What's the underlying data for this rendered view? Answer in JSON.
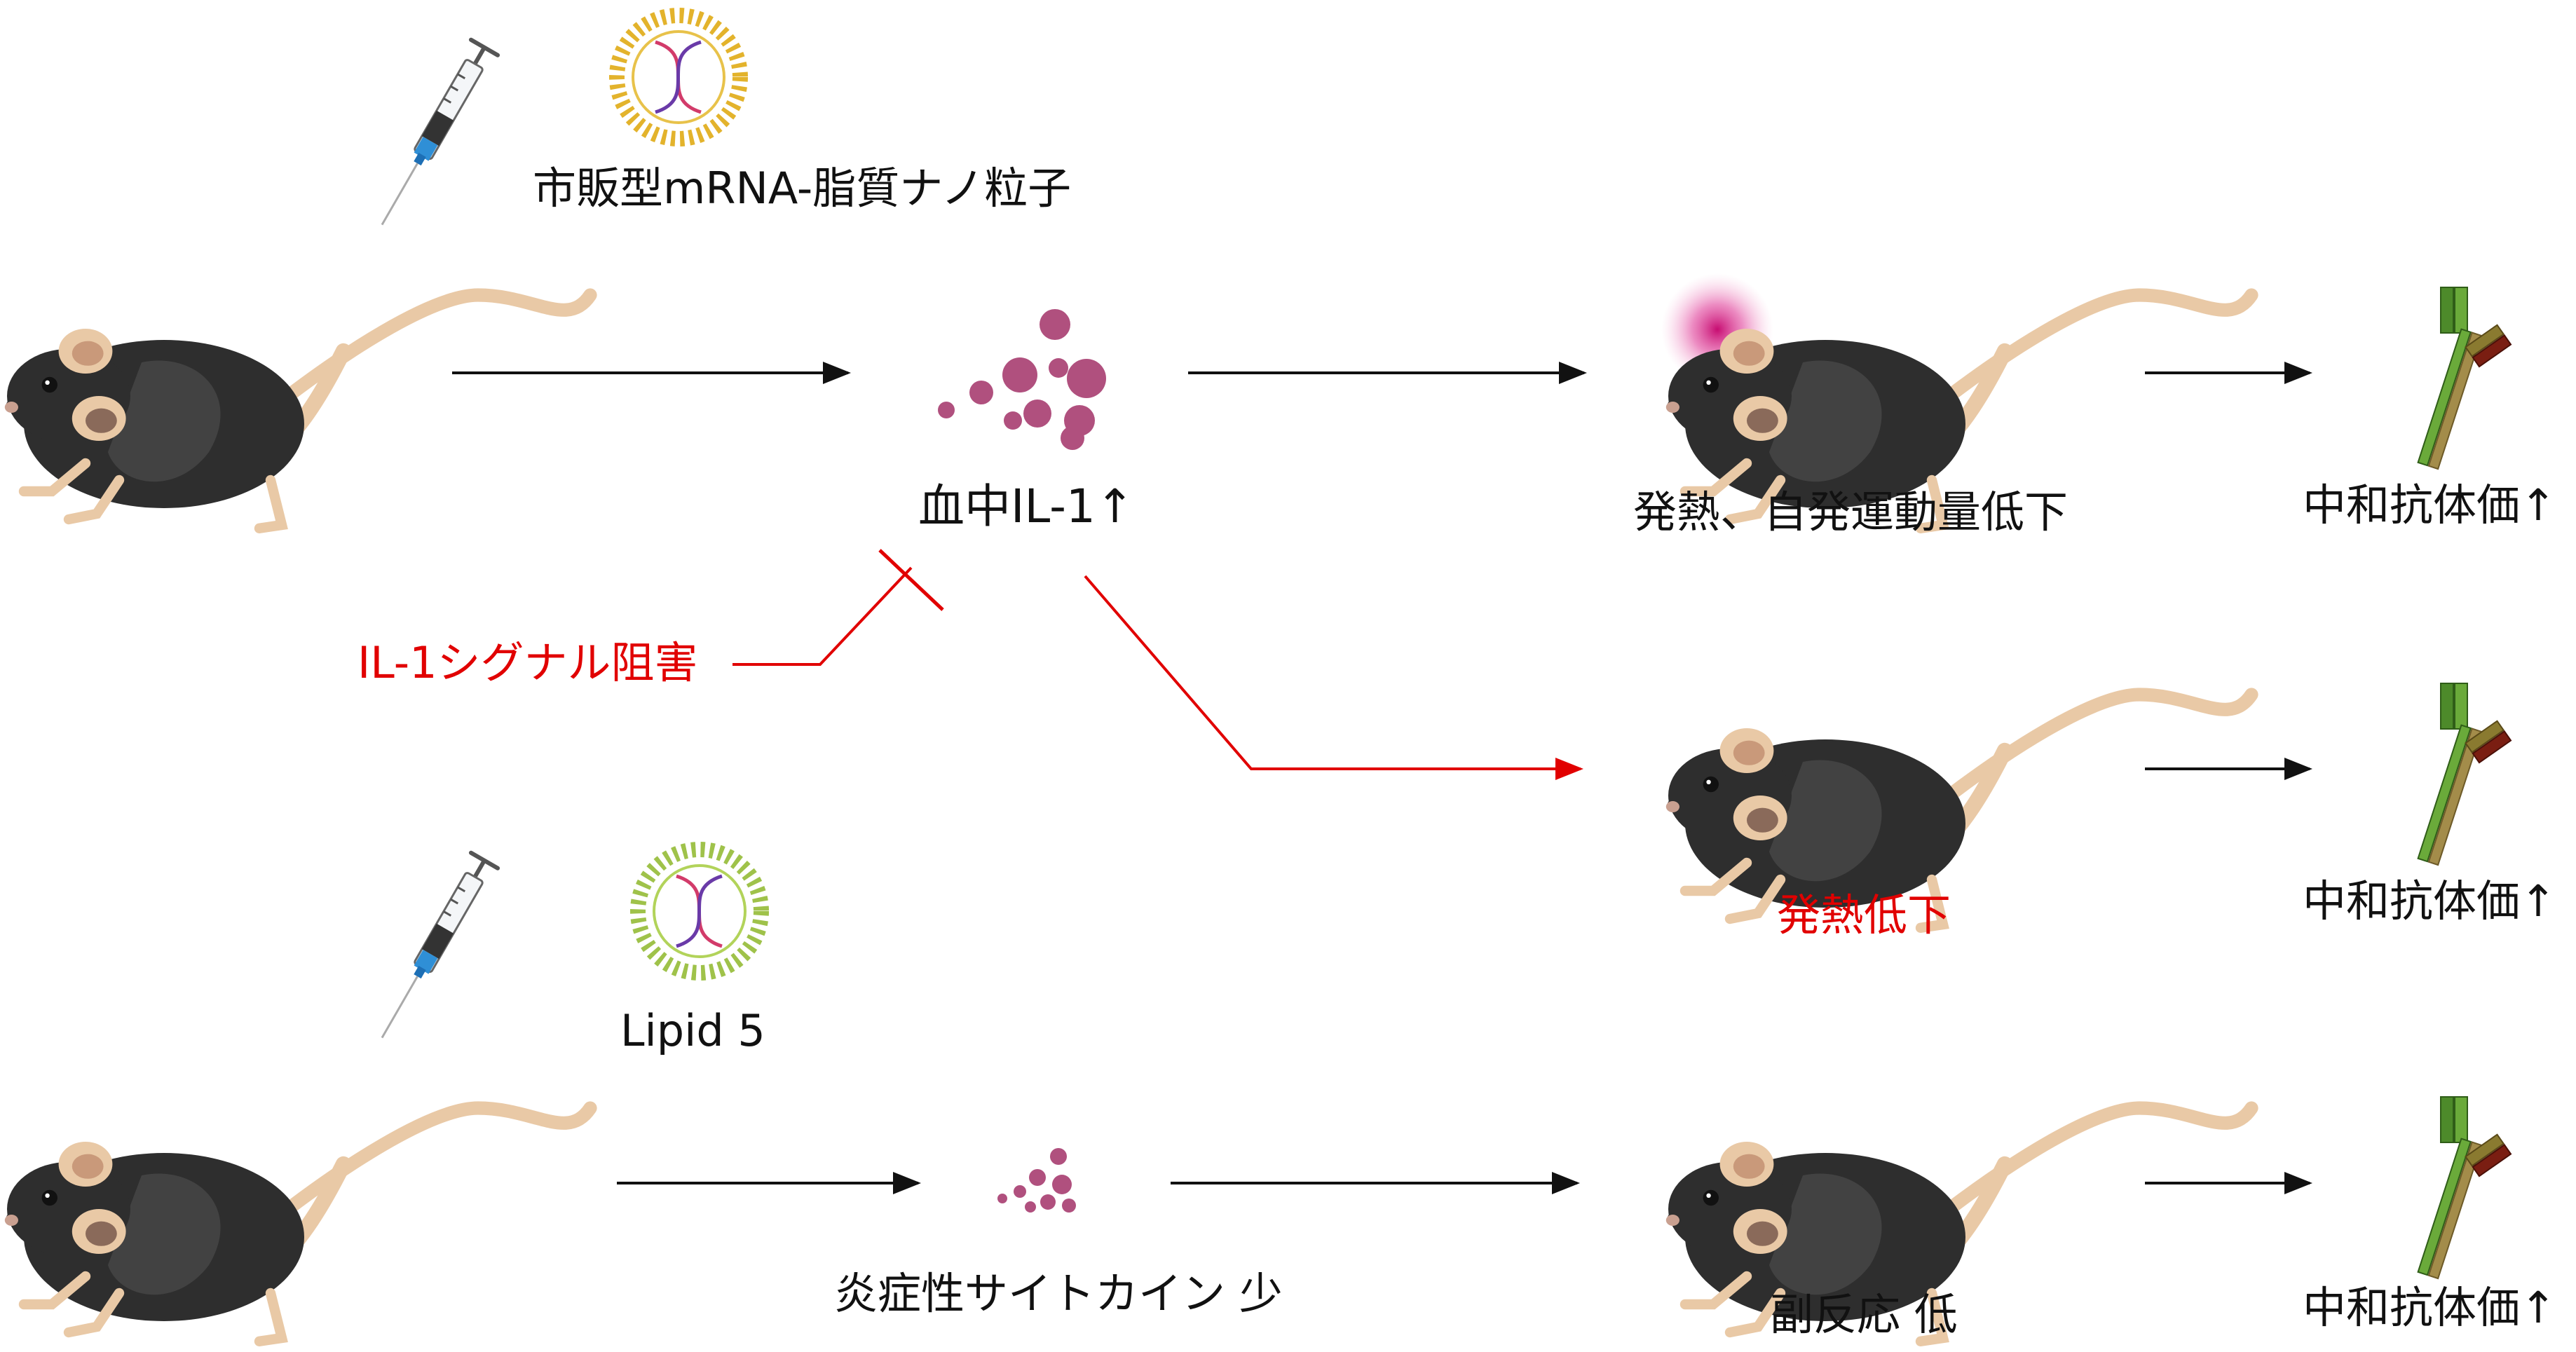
{
  "labels": {
    "commercial_lnp": "市販型mRNA-脂質ナノ粒子",
    "blood_il1": "血中IL-1↑",
    "fever_activity": "発熱、自発運動量低下",
    "neutralizing_1": "中和抗体価↑",
    "il1_inhibition": "IL-1シグナル阻害",
    "fever_reduced": "発熱低下",
    "neutralizing_2": "中和抗体価↑",
    "lipid5": "Lipid 5",
    "low_cytokine": "炎症性サイトカイン 少",
    "low_side_effect": "副反応 低",
    "neutralizing_3": "中和抗体価↑"
  },
  "colors": {
    "arrow": "#111111",
    "inhibition": "#e10000",
    "cytokine": "#b0507e",
    "mouse_body": "#2e2e2e",
    "mouse_tail": "#e9c9a6",
    "lnp_commercial": "#e3b32c",
    "lnp_lipid5": "#9fc24a",
    "antibody_green": "#5e9a32",
    "antibody_red": "#7a1e12"
  },
  "icons": [
    "syringe-icon",
    "lipid-nanoparticle-icon",
    "mouse-icon",
    "cytokine-icon",
    "antibody-icon",
    "fever-glow-icon"
  ]
}
